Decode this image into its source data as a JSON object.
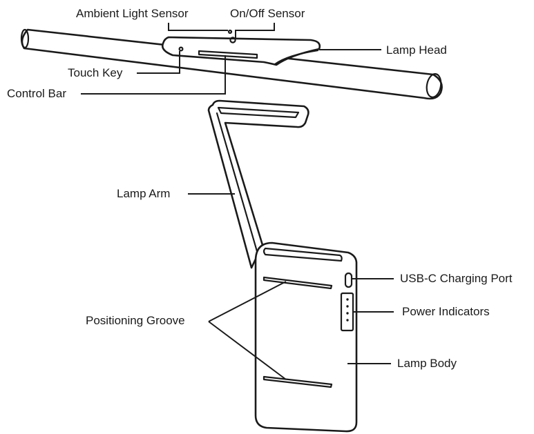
{
  "labels": {
    "ambient_light_sensor": "Ambient Light Sensor",
    "on_off_sensor": "On/Off Sensor",
    "lamp_head": "Lamp Head",
    "touch_key": "Touch Key",
    "control_bar": "Control Bar",
    "lamp_arm": "Lamp Arm",
    "usb_c_charging_port": "USB-C Charging Port",
    "power_indicators": "Power Indicators",
    "positioning_groove": "Positioning Groove",
    "lamp_body": "Lamp Body"
  },
  "colors": {
    "line": "#1a1a1a",
    "background": "#ffffff"
  }
}
